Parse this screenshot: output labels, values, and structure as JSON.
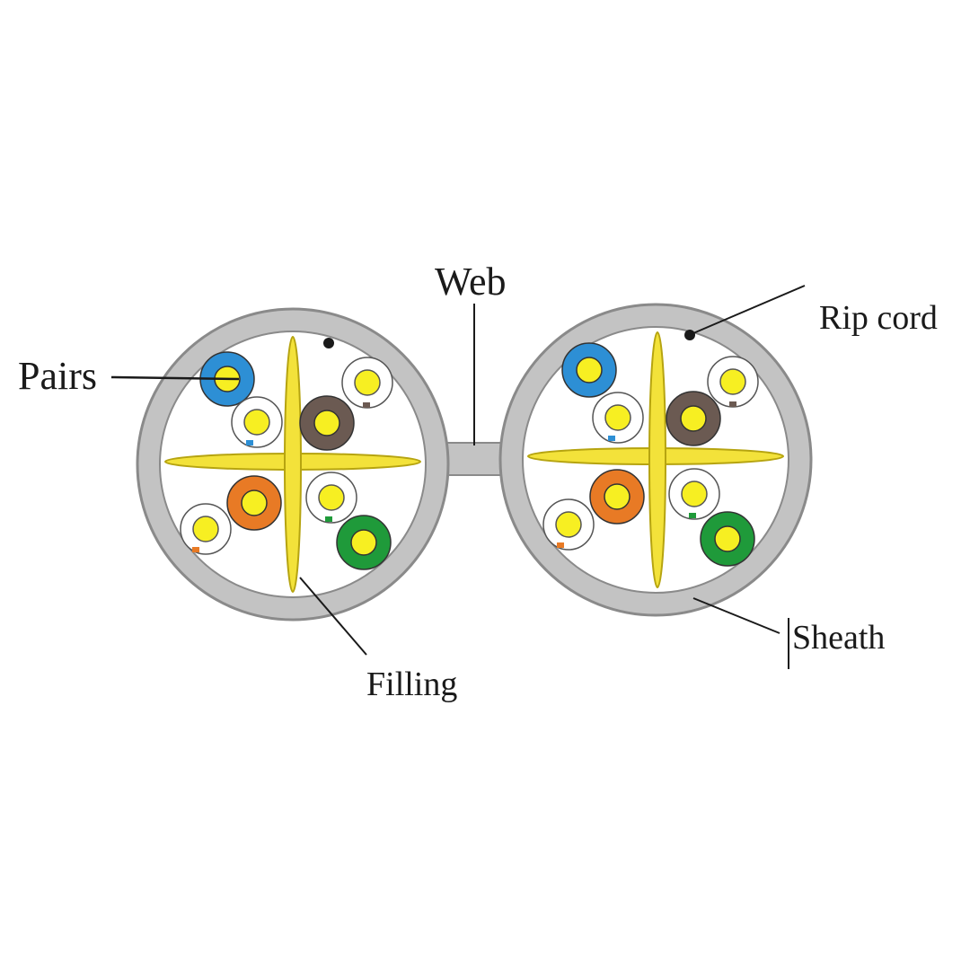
{
  "labels": {
    "web": "Web",
    "rip_cord": "Rip cord",
    "pairs": "Pairs",
    "sheath": "Sheath",
    "filling": "Filling"
  },
  "colors": {
    "sheath": "#c3c3c3",
    "sheath_outline": "#8a8a8a",
    "filling": "#f3e23a",
    "filling_outline": "#b6a410",
    "conductor": "#f7ef22",
    "blue": "#2d8fd5",
    "brown": "#6b5a52",
    "orange": "#e87a25",
    "green": "#1f9a3a",
    "white": "#ffffff",
    "leader": "#1a1a1a"
  },
  "pair_colors": [
    "blue",
    "brown",
    "orange",
    "green"
  ]
}
